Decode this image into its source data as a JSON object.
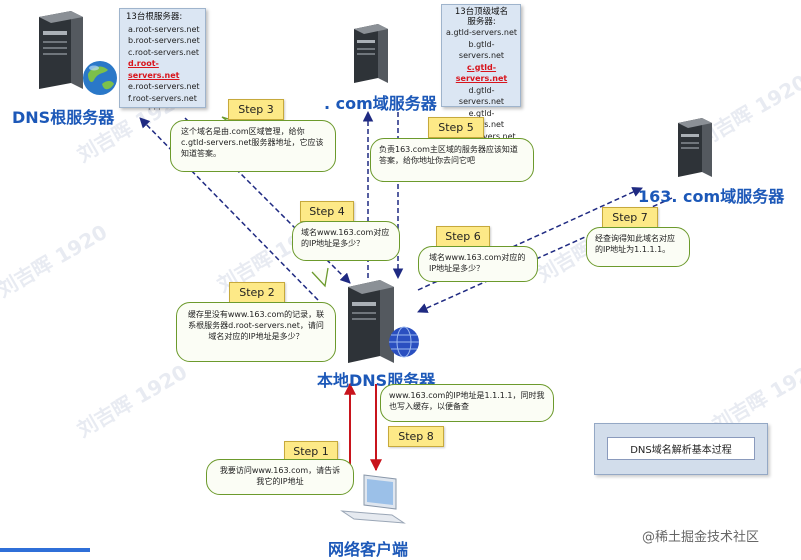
{
  "root": {
    "label": "DNS根服务器",
    "list_title": "13台根服务器:",
    "items": [
      "a.root-servers.net",
      "b.root-servers.net",
      "c.root-servers.net",
      "d.root-servers.net",
      "e.root-servers.net",
      "f.root-servers.net",
      "· · ·"
    ],
    "highlight_index": 3
  },
  "com": {
    "label": ". com域服务器",
    "list_title": "13台顶级域名服务器:",
    "items": [
      "a.gtld-servers.net",
      "b.gtld-servers.net",
      "c.gtld-servers.net",
      "d.gtld-servers.net",
      "e.gtld-servers.net",
      "f.gtld-servers.net"
    ],
    "highlight_index": 2
  },
  "d163": {
    "label": "163. com域服务器"
  },
  "local": {
    "label": "本地DNS服务器"
  },
  "client": {
    "label": "网络客户端"
  },
  "steps": {
    "s1": {
      "label": "Step 1",
      "text": "我要访问www.163.com，请告诉我它的IP地址"
    },
    "s2": {
      "label": "Step 2",
      "text": "缓存里没有www.163.com的记录，联系根服务器d.root-servers.net，请问域名对应的IP地址是多少？"
    },
    "s3": {
      "label": "Step 3",
      "text": "这个域名是由.com区域管理，给你c.gtld-servers.net服务器地址，它应该知道答案。"
    },
    "s4": {
      "label": "Step 4",
      "text": "域名www.163.com对应的IP地址是多少？"
    },
    "s5": {
      "label": "Step 5",
      "text": "负责163.com主区域的服务器应该知道答案，给你地址你去问它吧"
    },
    "s6": {
      "label": "Step 6",
      "text": "域名www.163.com对应的IP地址是多少？"
    },
    "s7": {
      "label": "Step 7",
      "text": "经查询得知此域名对应的IP地址为1.1.1.1。"
    },
    "s8": {
      "label": "Step 8",
      "text": "www.163.com的IP地址是1.1.1.1，同时我也写入缓存，以便备查"
    }
  },
  "legend": {
    "title": "DNS域名解析基本过程"
  },
  "watermark": {
    "text": "刘吉晖 1920"
  },
  "footer": {
    "text": "@稀土掘金技术社区"
  },
  "colors": {
    "label_blue": "#1c58b8",
    "arrow": "#1f2a82",
    "red_arrow": "#c8141c",
    "bubble_border": "#6c9a2c",
    "step_fill": "#fde987"
  }
}
